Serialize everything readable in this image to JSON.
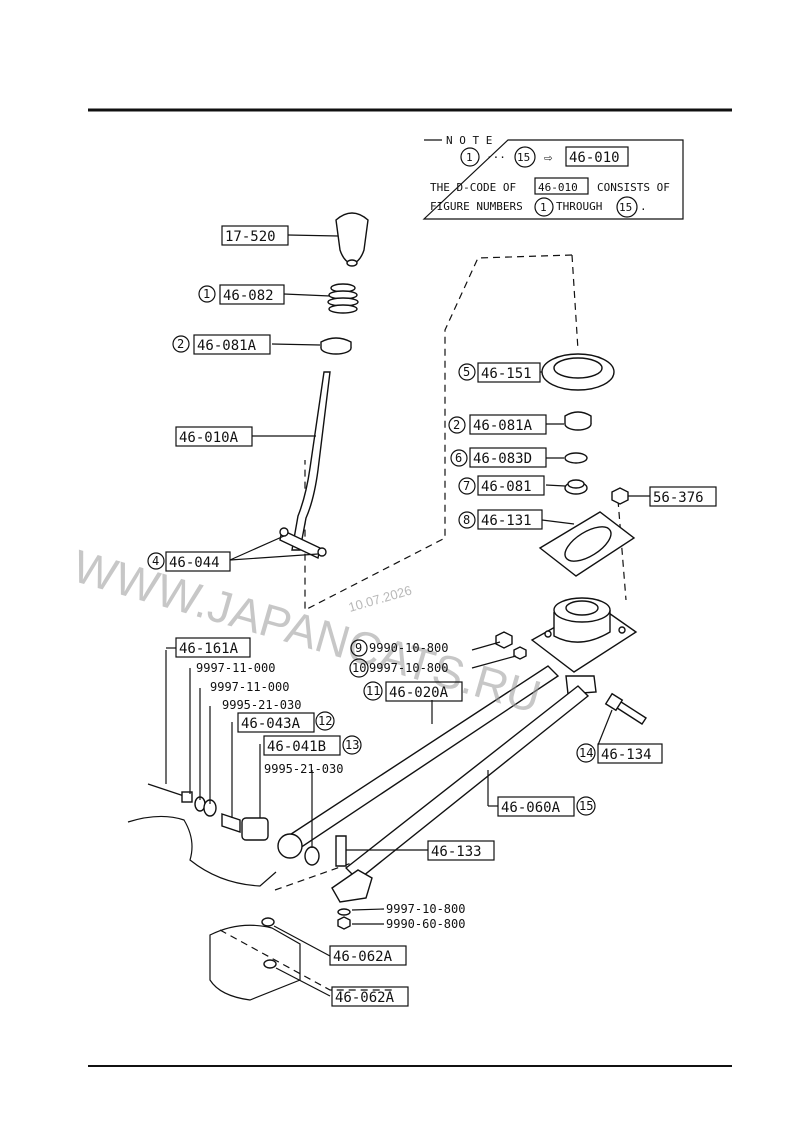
{
  "note": {
    "title": "N O T E",
    "range_start": "1",
    "range_dots": "···",
    "range_end": "15",
    "arrow": "⇨",
    "code": "46-010",
    "line1_a": "THE D-CODE OF",
    "line1_code": "46-010",
    "line1_b": "CONSISTS OF",
    "line2_a": "FIGURE NUMBERS",
    "line2_num_start": "1",
    "line2_mid": "THROUGH",
    "line2_num_end": "15",
    "line2_end": "."
  },
  "callouts": [
    {
      "id": "17-520",
      "num": "",
      "code": "17-520"
    },
    {
      "id": "c1",
      "num": "1",
      "code": "46-082"
    },
    {
      "id": "c2a",
      "num": "2",
      "code": "46-081A"
    },
    {
      "id": "shift-lever",
      "num": "",
      "code": "46-010A"
    },
    {
      "id": "c4",
      "num": "4",
      "code": "46-044"
    },
    {
      "id": "c5",
      "num": "5",
      "code": "46-151"
    },
    {
      "id": "c2b",
      "num": "2",
      "code": "46-081A"
    },
    {
      "id": "c6",
      "num": "6",
      "code": "46-083D"
    },
    {
      "id": "c7",
      "num": "7",
      "code": "46-081"
    },
    {
      "id": "c8",
      "num": "8",
      "code": "46-131"
    },
    {
      "id": "56-376",
      "num": "",
      "code": "56-376"
    },
    {
      "id": "46-161A",
      "num": "",
      "code": "46-161A"
    },
    {
      "id": "c11",
      "num": "11",
      "code": "46-020A"
    },
    {
      "id": "c12",
      "num": "12",
      "code": "46-043A"
    },
    {
      "id": "c13",
      "num": "13",
      "code": "46-041B"
    },
    {
      "id": "c14",
      "num": "14",
      "code": "46-134"
    },
    {
      "id": "c15",
      "num": "15",
      "code": "46-060A"
    },
    {
      "id": "46-133",
      "num": "",
      "code": "46-133"
    },
    {
      "id": "46-062A-1",
      "num": "",
      "code": "46-062A"
    },
    {
      "id": "46-062A-2",
      "num": "",
      "code": "46-062A"
    }
  ],
  "plain_labels": {
    "p9": "9990-10-800",
    "p9_num": "9",
    "p10": "9997-10-800",
    "p10_num": "10",
    "w1": "9997-11-000",
    "w2": "9997-11-000",
    "w3": "9995-21-030",
    "w4": "9995-21-030",
    "b1": "9997-10-800",
    "b2": "9990-60-800"
  },
  "watermark": {
    "text": "WWW.JAPANCATS.RU",
    "date": "10.07.2026"
  }
}
